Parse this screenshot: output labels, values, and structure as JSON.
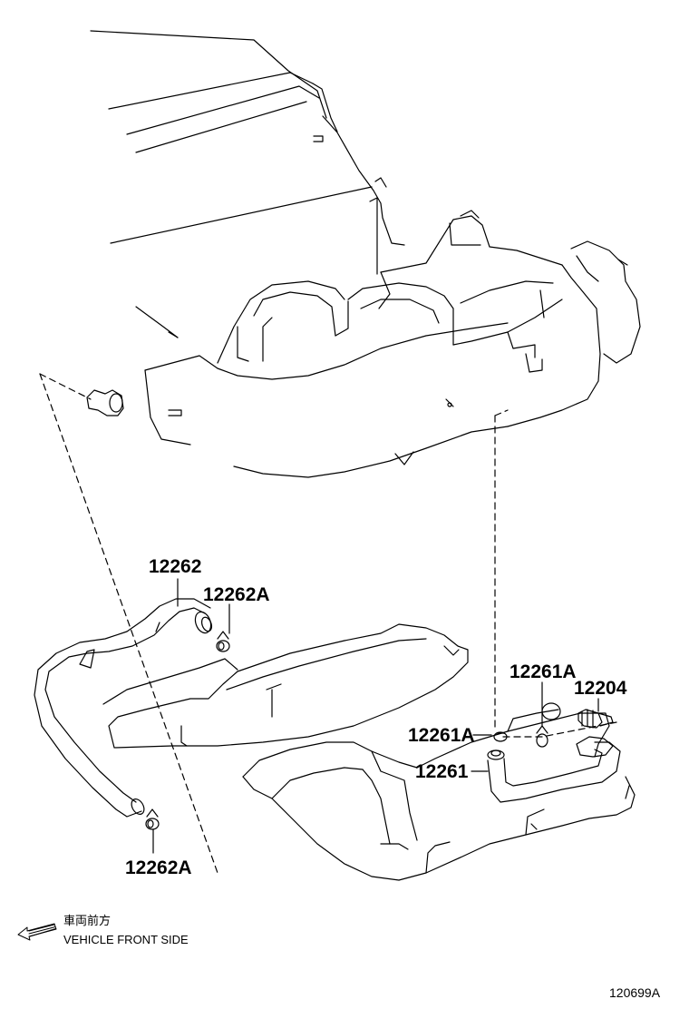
{
  "labels": {
    "part_12262": "12262",
    "part_12262A_top": "12262A",
    "part_12262A_bottom": "12262A",
    "part_12261A_top": "12261A",
    "part_12261A_mid": "12261A",
    "part_12204": "12204",
    "part_12261": "12261"
  },
  "legend": {
    "japanese": "車両前方",
    "english": "VEHICLE FRONT SIDE",
    "icon": "arrow-left-icon"
  },
  "diagram_id": "120699A",
  "colors": {
    "line": "#000000",
    "background": "#ffffff"
  }
}
